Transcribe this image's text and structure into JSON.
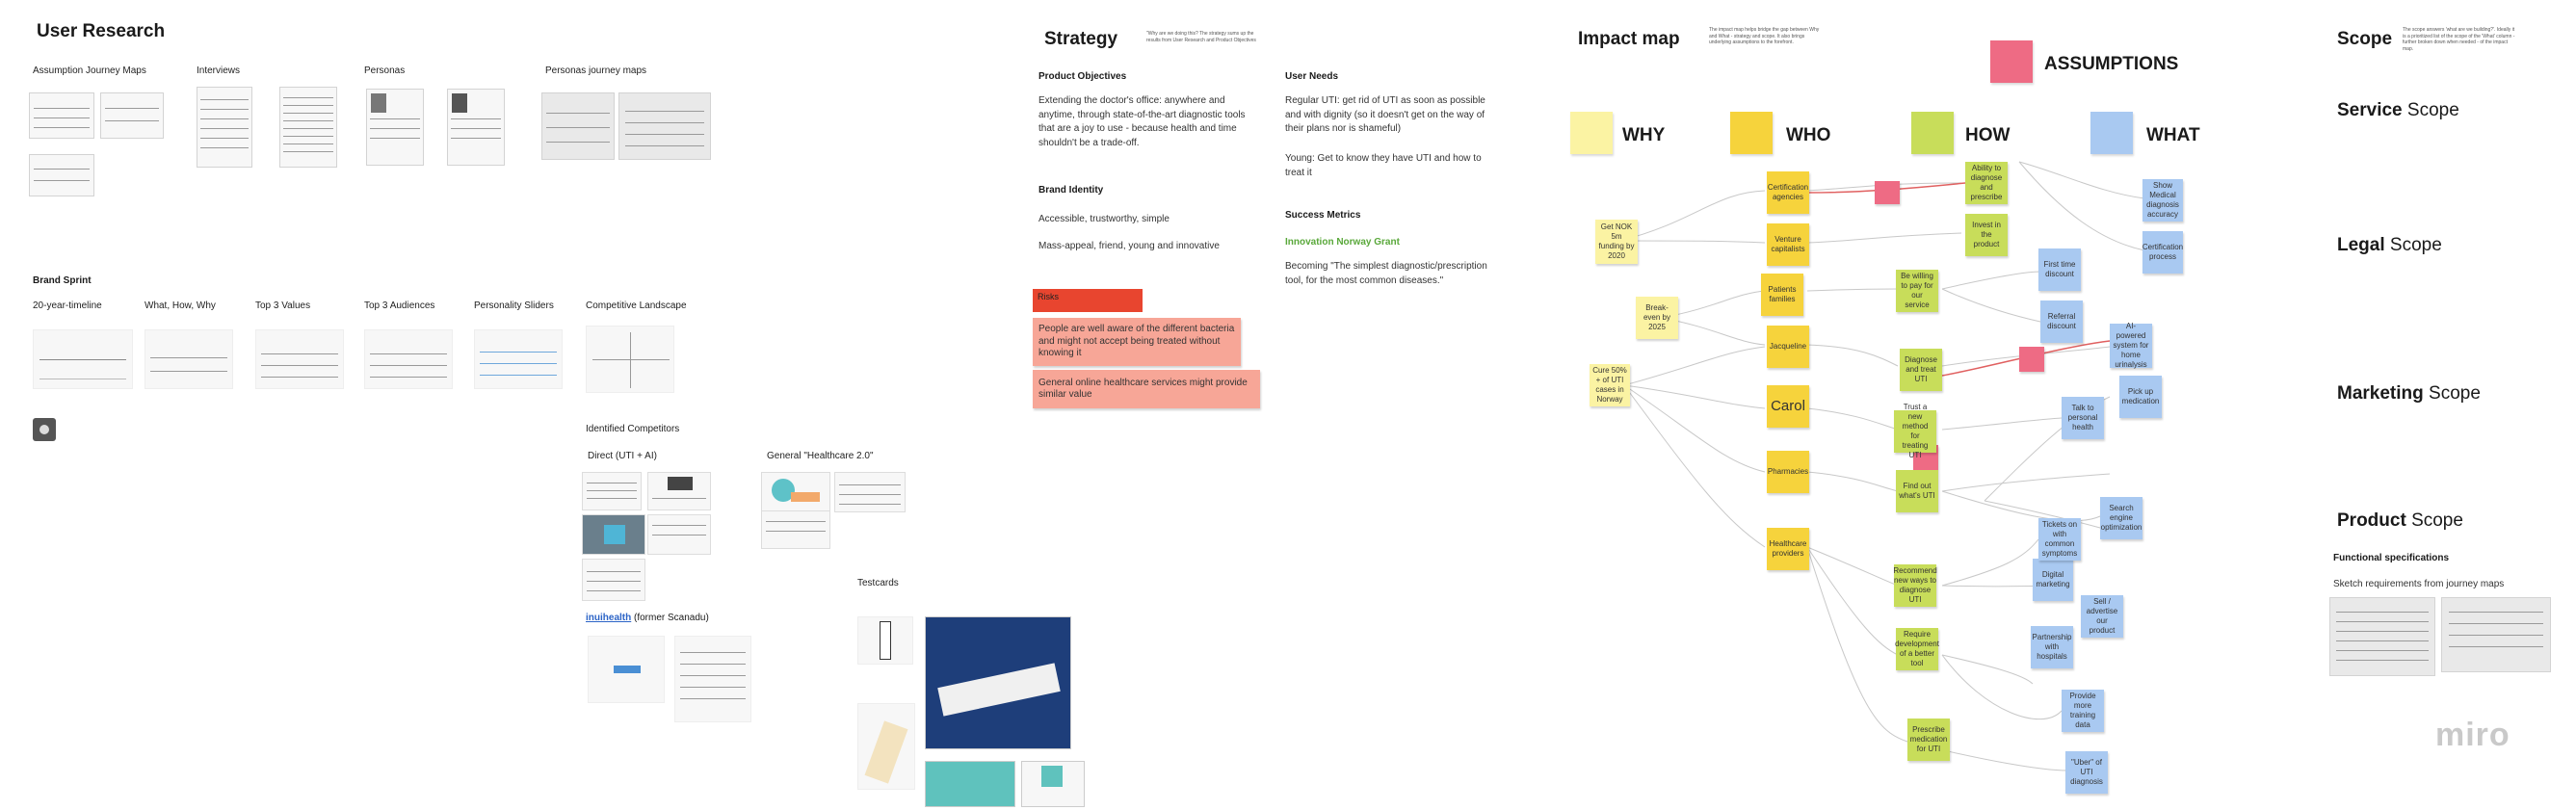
{
  "user_research": {
    "title": "User Research",
    "sections": {
      "assumption_journey_maps": "Assumption Journey Maps",
      "interviews": "Interviews",
      "personas": "Personas",
      "personas_journey_maps": "Personas journey maps"
    },
    "brand_sprint": {
      "title": "Brand Sprint",
      "items": [
        "20-year-timeline",
        "What, How, Why",
        "Top 3 Values",
        "Top 3 Audiences",
        "Personality Sliders",
        "Competitive Landscape"
      ]
    },
    "identified_competitors": {
      "title": "Identified Competitors",
      "direct": "Direct (UTI + AI)",
      "general": "General \"Healthcare 2.0\"",
      "inui_link": "inuihealth",
      "inui_suffix": "(former Scanadu)",
      "testcards": "Testcards"
    }
  },
  "strategy": {
    "title": "Strategy",
    "note": "\"Why are we doing this? The strategy sums up the results from User Research and Product Objectives",
    "product_objectives": {
      "heading": "Product Objectives",
      "text": "Extending the doctor's office: anywhere and anytime, through state-of-the-art diagnostic tools that are a joy to use - because health and time shouldn't be a trade-off."
    },
    "brand_identity": {
      "heading": "Brand Identity",
      "line1": "Accessible, trustworthy, simple",
      "line2": "Mass-appeal, friend, young and innovative"
    },
    "risks": {
      "label": "Risks",
      "items": [
        "People are well aware of the different bacteria and might not accept being treated without knowing it",
        "General online healthcare services might provide similar value"
      ]
    },
    "user_needs": {
      "heading": "User Needs",
      "line1": "Regular UTI: get rid of UTI as soon as possible and with dignity (so it doesn't get on the way of their plans nor is shameful)",
      "line2": "Young: Get to know they have UTI and how to treat it"
    },
    "success_metrics": {
      "heading": "Success Metrics",
      "grant": "Innovation Norway Grant",
      "text": "Becoming \"The simplest diagnostic/prescription tool, for the most common diseases.\""
    }
  },
  "impact_map": {
    "title": "Impact map",
    "note": "The impact map helps bridge the gap between Why and What - strategy and scope. It also brings underlying assumptions to the forefront.",
    "assumptions": "ASSUMPTIONS",
    "columns": [
      "WHY",
      "WHO",
      "HOW",
      "WHAT"
    ],
    "why": [
      "Get NOK 5m funding by 2020",
      "Break-even by 2025",
      "Cure 50% + of UTI cases in Norway"
    ],
    "who": [
      "Certification agencies",
      "Venture capitalists",
      "Patients families",
      "Jacqueline",
      "Carol",
      "Pharmacies",
      "Healthcare providers"
    ],
    "how": [
      "Ability to diagnose and prescribe",
      "Invest in the product",
      "Be willing to pay for our service",
      "Diagnose and treat UTI",
      "Trust a new method for treating UTI",
      "Find out what's UTI",
      "Recommend new ways to diagnose UTI",
      "Require development of a better tool",
      "Prescribe medication for UTI"
    ],
    "what": [
      "Show Medical diagnosis accuracy",
      "Certification process",
      "First time discount",
      "Referral discount",
      "AI-powered system for home urinalysis",
      "Pick up medication",
      "Talk to personal health",
      "Search engine optimization",
      "Digital marketing",
      "Partnership with hospitals",
      "Provide more training data",
      "Tickets on with common symptoms",
      "Sell / advertise our product",
      "\"Uber\" of UTI diagnosis"
    ]
  },
  "scope": {
    "title": "Scope",
    "note": "The scope answers 'what are we building?'. Ideally it is a prioritized list of the scope of the 'What' column - further broken down when needed - of the impact map.",
    "service": "Service",
    "legal": "Legal",
    "marketing": "Marketing",
    "product": "Product",
    "scope_word": "Scope",
    "functional": "Functional specifications",
    "sketch": "Sketch requirements from journey maps"
  },
  "branding": {
    "logo": "miro"
  }
}
